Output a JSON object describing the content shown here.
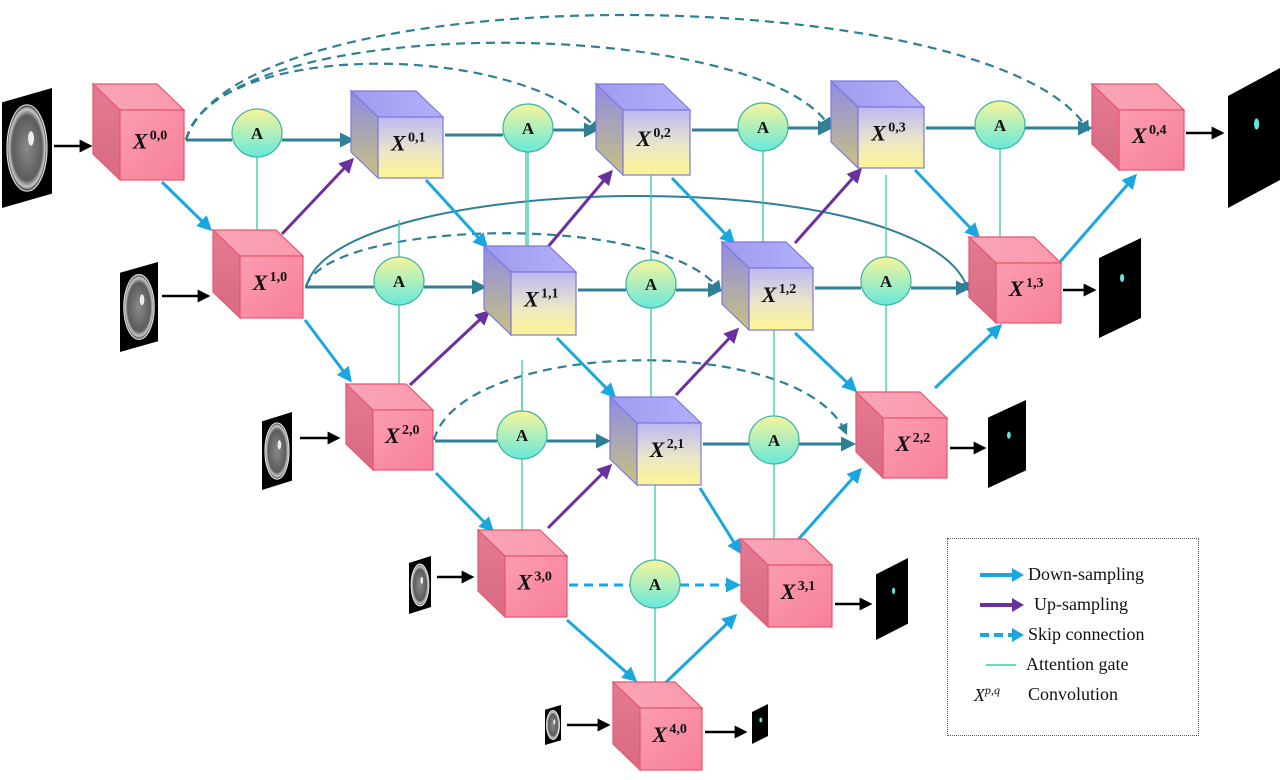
{
  "title": "UNet++ with attention gates (nested encoder-decoder)",
  "colors": {
    "down_sampling": "#1aa7e0",
    "up_sampling": "#6b2fa0",
    "skip_connection": "#2f7f96",
    "attention_gate": "#3cc7b0",
    "encoder_cube_front": "#f78aa0",
    "encoder_cube_edge": "#e8566d",
    "decoder_cube_top": "#a7a3f0",
    "decoder_cube_bottom": "#fbf39a",
    "decoder_cube_edge": "#7d78e0",
    "gate_top": "#f6f39a",
    "gate_bottom": "#5fe6d8",
    "input_arrow": "#000000"
  },
  "nodes": [
    {
      "id": "X00",
      "base": "X",
      "sup": "0,0",
      "type": "encoder"
    },
    {
      "id": "X10",
      "base": "X",
      "sup": "1,0",
      "type": "encoder"
    },
    {
      "id": "X20",
      "base": "X",
      "sup": "2,0",
      "type": "encoder"
    },
    {
      "id": "X30",
      "base": "X",
      "sup": "3,0",
      "type": "encoder"
    },
    {
      "id": "X40",
      "base": "X",
      "sup": "4,0",
      "type": "encoder"
    },
    {
      "id": "X01",
      "base": "X",
      "sup": "0,1",
      "type": "decoder"
    },
    {
      "id": "X02",
      "base": "X",
      "sup": "0,2",
      "type": "decoder"
    },
    {
      "id": "X03",
      "base": "X",
      "sup": "0,3",
      "type": "decoder"
    },
    {
      "id": "X04",
      "base": "X",
      "sup": "0,4",
      "type": "encoder"
    },
    {
      "id": "X11",
      "base": "X",
      "sup": "1,1",
      "type": "decoder"
    },
    {
      "id": "X12",
      "base": "X",
      "sup": "1,2",
      "type": "decoder"
    },
    {
      "id": "X13",
      "base": "X",
      "sup": "1,3",
      "type": "encoder"
    },
    {
      "id": "X21",
      "base": "X",
      "sup": "2,1",
      "type": "decoder"
    },
    {
      "id": "X22",
      "base": "X",
      "sup": "2,2",
      "type": "encoder"
    },
    {
      "id": "X31",
      "base": "X",
      "sup": "3,1",
      "type": "encoder"
    }
  ],
  "gate_label": "A",
  "gates": [
    "A00-01",
    "A01-02",
    "A02-03",
    "A03-04",
    "A10-11",
    "A11-12",
    "A12-13",
    "A20-21",
    "A21-22",
    "A30-31"
  ],
  "inputs": [
    "mri-input-level-0",
    "mri-input-level-1",
    "mri-input-level-2",
    "mri-input-level-3",
    "mri-input-level-4"
  ],
  "outputs": [
    "mask-output-0-4",
    "mask-output-1-3",
    "mask-output-2-2",
    "mask-output-3-1",
    "mask-output-4-0"
  ],
  "legend": {
    "items": [
      {
        "label": "Down-sampling",
        "kind": "down"
      },
      {
        "label": "Up-sampling",
        "kind": "up"
      },
      {
        "label": "Skip connection",
        "kind": "skip"
      },
      {
        "label": "Attention gate",
        "kind": "gate"
      },
      {
        "label": "Convolution",
        "kind": "conv",
        "symbol_base": "X",
        "symbol_sup": "p,q"
      }
    ]
  }
}
